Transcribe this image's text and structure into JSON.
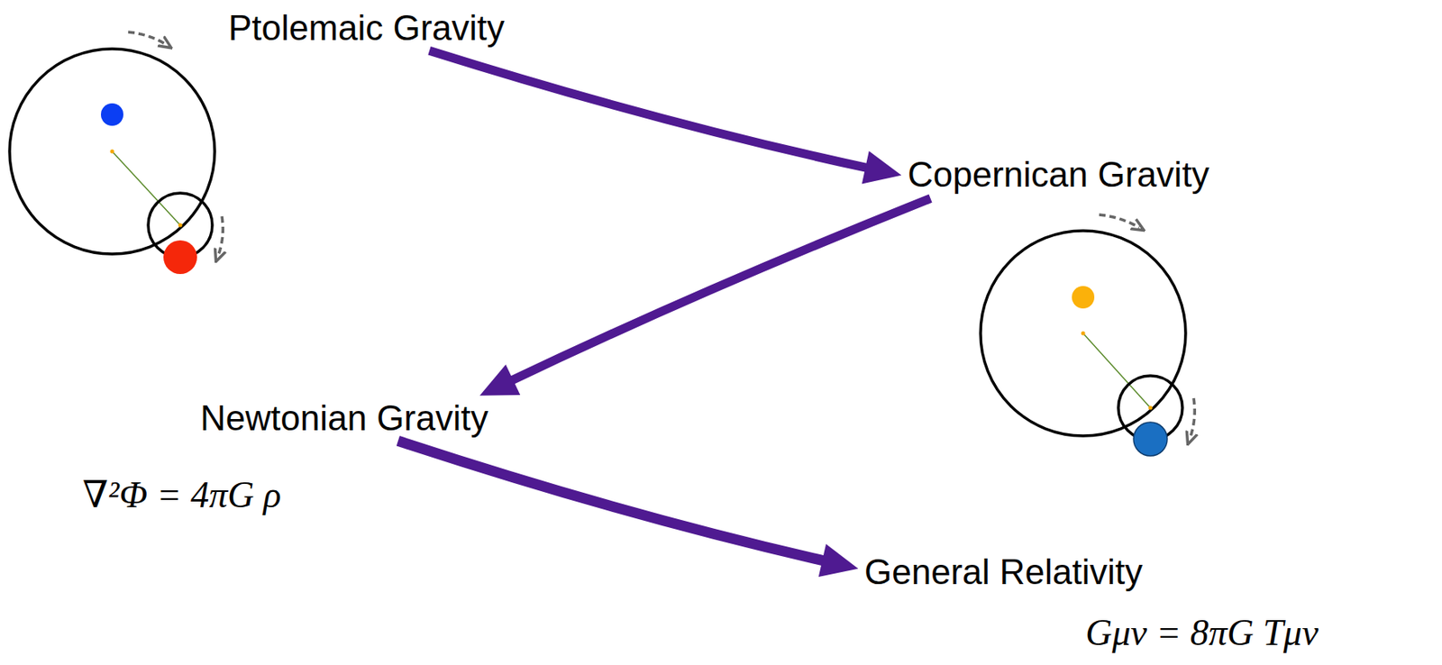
{
  "diagram": {
    "nodes": [
      {
        "text": [
          "Ptolemaic Gravity"
        ]
      },
      {
        "text": [
          "Copernican Gravity"
        ]
      },
      {
        "text": [
          "Newtonian Gravity",
          "∇²Φ = 4πG ρ"
        ]
      },
      {
        "text": [
          "General Relativity",
          "Gμν = 8πG Tμν"
        ]
      }
    ],
    "edges": [
      {
        "from": 0,
        "to": 1,
        "arrow": "to"
      },
      {
        "from": 1,
        "to": 2,
        "arrow": "to"
      },
      {
        "from": 2,
        "to": 3,
        "arrow": "to"
      }
    ]
  }
}
